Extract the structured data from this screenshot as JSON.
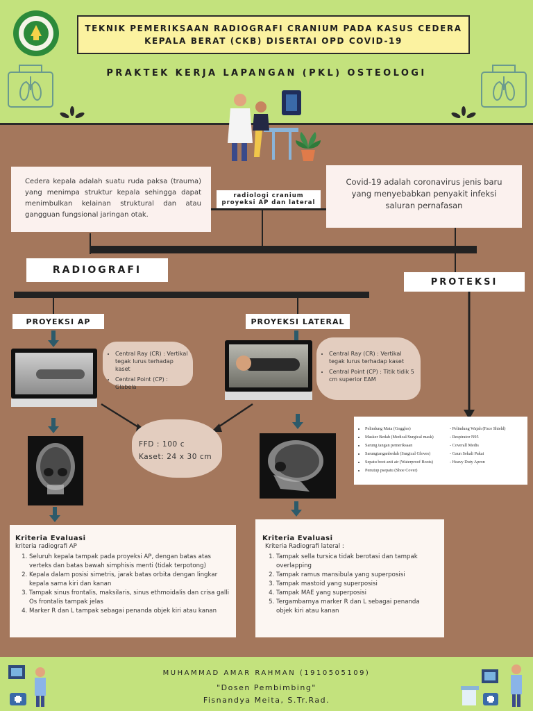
{
  "header": {
    "title_line1": "TEKNIK PEMERIKSAAN RADIOGRAFI CRANIUM PADA KASUS CEDERA",
    "title_line2": "KEPALA BERAT (CKB) DISERTAI OPD COVID-19",
    "subtitle": "PRAKTEK KERJA LAPANGAN (PKL) OSTEOLOGI"
  },
  "notes": {
    "cedera": "Cedera kepala adalah suatu ruda paksa (trauma) yang menimpa struktur kepala sehingga dapat menimbulkan kelainan struktural dan atau gangguan fungsional jaringan otak.",
    "topic_line1": "radiologi cranium",
    "topic_line2": "proyeksi AP dan lateral",
    "covid": "Covid-19 adalah coronavirus jenis baru yang menyebabkan penyakit infeksi saluran pernafasan"
  },
  "sections": {
    "radiografi": "RADIOGRAFI",
    "proteksi": "PROTEKSI",
    "proyeksi_ap": "PROYEKSI AP",
    "proyeksi_lateral": "PROYEKSI LATERAL"
  },
  "ap_notes": [
    "Central Ray (CR) : Vertikal tegak lurus terhadap kaset",
    "Central Point (CP) : Glabela"
  ],
  "lateral_notes": [
    "Central Ray (CR) : Vertikal tegak lurus terhadap kaset",
    "Central Point (CP) : Titik tidik 5 cm superior EAM"
  ],
  "exposure": {
    "ffd": "FFD : 100 c",
    "kaset": "Kaset: 24 x 30 cm"
  },
  "proteksi_items": {
    "left": [
      "Pelindung Mata (Goggles)",
      "Masker Bedah (Medical/Surgical mask)",
      "Sarung tangan pemeriksaan",
      "Sarungtanganbedah (Surgical Gloves)",
      "Sepatu boot anti air (Waterproof Boots)",
      "Penutup psepatu (Shoe Cover)"
    ],
    "right": [
      "- Pelindung Wajah (Face Shield)",
      "- Respirator N95",
      "- Coverall Medis",
      "- Gaun Sekali Pakai",
      "- Heavy Duty Apron"
    ]
  },
  "kriteria_ap": {
    "title": "Kriteria Evaluasi",
    "subtitle": "kriteria radiografi AP",
    "items": [
      "Seluruh kepala tampak pada proyeksi AP, dengan batas atas verteks dan batas bawah simphisis menti (tidak terpotong)",
      "Kepala dalam posisi simetris, jarak batas orbita dengan lingkar kepala sama kiri dan kanan",
      "Tampak sinus frontalis, maksilaris, sinus ethmoidalis dan crisa galli Os frontalis tampak jelas",
      "Marker R dan L tampak sebagai penanda objek kiri atau kanan"
    ]
  },
  "kriteria_lateral": {
    "title": "Kriteria Evaluasi",
    "subtitle": "Kriteria Radiografi lateral :",
    "items": [
      "Tampak sella tursica tidak berotasi dan tampak overlapping",
      "Tampak ramus mansibula yang superposisi",
      "Tampak mastoid yang superposisi",
      "Tampak MAE yang superposisi",
      "Tergambarnya marker R dan L sebagai penanda objek kiri atau kanan"
    ]
  },
  "footer": {
    "name": "MUHAMMAD AMAR RAHMAN (1910505109)",
    "dosen_label": "\"Dosen Pembimbing\"",
    "dosen_name": "Fisnandya Meita, S.Tr.Rad."
  },
  "icons": [
    "university-logo-icon",
    "lungs-monitor-icon",
    "doctor-patient-illustration",
    "plant-icon",
    "leaf-ornament-icon",
    "medical-staff-icon"
  ],
  "colors": {
    "green": "#c3e27d",
    "brown": "#a4775c",
    "yellow": "#fbf2a0",
    "note": "#fbf1ee"
  }
}
